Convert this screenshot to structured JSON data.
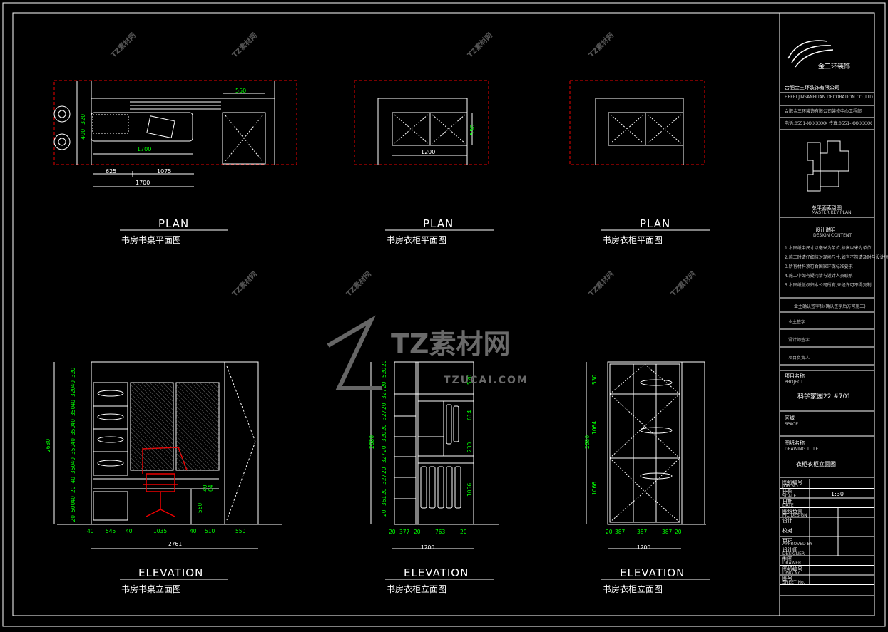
{
  "company": {
    "logo_text": "金三环装饰",
    "name_cn": "合肥金三环装饰有限公司",
    "name_en": "HEFEI JINSANHUAN DECORATION CO.,LTD",
    "line3": "合肥金三环装饰有限公司装修中心工程部",
    "line4a": "电话:0551-XXXXXXX",
    "line4b": "传真:0551-XXXXXXX"
  },
  "key_plan": {
    "label_cn": "总平面索引图",
    "label_en": "MASTER KEY PLAN"
  },
  "design_notes": {
    "title_cn": "设计说明",
    "title_en": "DESIGN CONTENT",
    "lines": [
      "1.本图纸中尺寸以毫米为单位,标高以米为单位",
      "2.施工时请仔细核对现场尺寸,如有不符请及时与设计师联系",
      "3.所有材料须符合国家环保标准要求",
      "4.施工中如有疑问请与设计人员联系",
      "5.本图纸版权归本公司所有,未经许可不得复制"
    ]
  },
  "approvals": [
    "业主确认签字栏(确认签字后方可施工)",
    "业主签字",
    "设计师签字",
    "项目负责人"
  ],
  "project": {
    "label_cn": "项目名称",
    "label_en": "PROJECT",
    "value": "科学家园22 #701"
  },
  "space": {
    "label_cn": "区域",
    "label_en": "SPACE"
  },
  "drawing_title": {
    "label_cn": "图纸名称",
    "label_en": "DRAWING TITLE",
    "value": "衣柜衣柜立面图"
  },
  "meta_rows": [
    {
      "cn": "图纸编号",
      "en": "JOB NO."
    },
    {
      "cn": "比例",
      "en": "SCALE",
      "value": "1:30"
    },
    {
      "cn": "日期",
      "en": "DATE"
    },
    {
      "cn": "图纸负责",
      "en": "PIC DESIGN"
    },
    {
      "cn": "设计",
      "en": ""
    },
    {
      "cn": "校对",
      "en": ""
    },
    {
      "cn": "审定",
      "en": "APPROVED BY"
    },
    {
      "cn": "设计师",
      "en": "DESIGNER"
    },
    {
      "cn": "制图",
      "en": "DRAWER"
    },
    {
      "cn": "图纸编号",
      "en": "DWG No."
    },
    {
      "cn": "图号",
      "en": "SHEET No."
    }
  ],
  "watermark": {
    "main": "TZ素材网",
    "sub": "TZUCAI.COM",
    "small": "TZ素材网"
  },
  "views": [
    {
      "title": "PLAN",
      "subtitle": "书房书桌平面图"
    },
    {
      "title": "PLAN",
      "subtitle": "书房衣柜平面图"
    },
    {
      "title": "PLAN",
      "subtitle": "书房衣柜平面图"
    },
    {
      "title": "ELEVATION",
      "subtitle": "书房书桌立面图"
    },
    {
      "title": "ELEVATION",
      "subtitle": "书房衣柜立面图"
    },
    {
      "title": "ELEVATION",
      "subtitle": "书房衣柜立面图"
    }
  ],
  "dims": {
    "plan1": {
      "top": "550",
      "left1": "400",
      "left2": "320",
      "inner": "1700",
      "b1": "625",
      "b2": "1075",
      "total": "1700"
    },
    "plan2": {
      "width": "1200",
      "depth": "550"
    },
    "elev1": {
      "height": "2680",
      "bottom": [
        "40",
        "545",
        "40",
        "1035",
        "40",
        "510",
        "550"
      ],
      "total": "2761",
      "left": [
        "320",
        "40",
        "320",
        "40",
        "350",
        "40",
        "350",
        "40",
        "350",
        "40",
        "350",
        "40",
        "20",
        "40",
        "500",
        "20"
      ],
      "inner": [
        "560",
        "40",
        "64"
      ]
    },
    "elev2": {
      "height": "2680",
      "bottom": [
        "20",
        "377",
        "20",
        "763",
        "20"
      ],
      "total": "1200",
      "left": [
        "20",
        "520",
        "20",
        "327",
        "20",
        "327",
        "20",
        "320",
        "20",
        "327",
        "20",
        "327",
        "20",
        "361",
        "20"
      ],
      "right": [
        "520",
        "614",
        "230",
        "1056"
      ]
    },
    "elev3": {
      "height": "2680",
      "bottom": [
        "20",
        "387",
        "387",
        "387",
        "20"
      ],
      "total": "1200",
      "left": [
        "530",
        "1064",
        "1066"
      ]
    }
  }
}
